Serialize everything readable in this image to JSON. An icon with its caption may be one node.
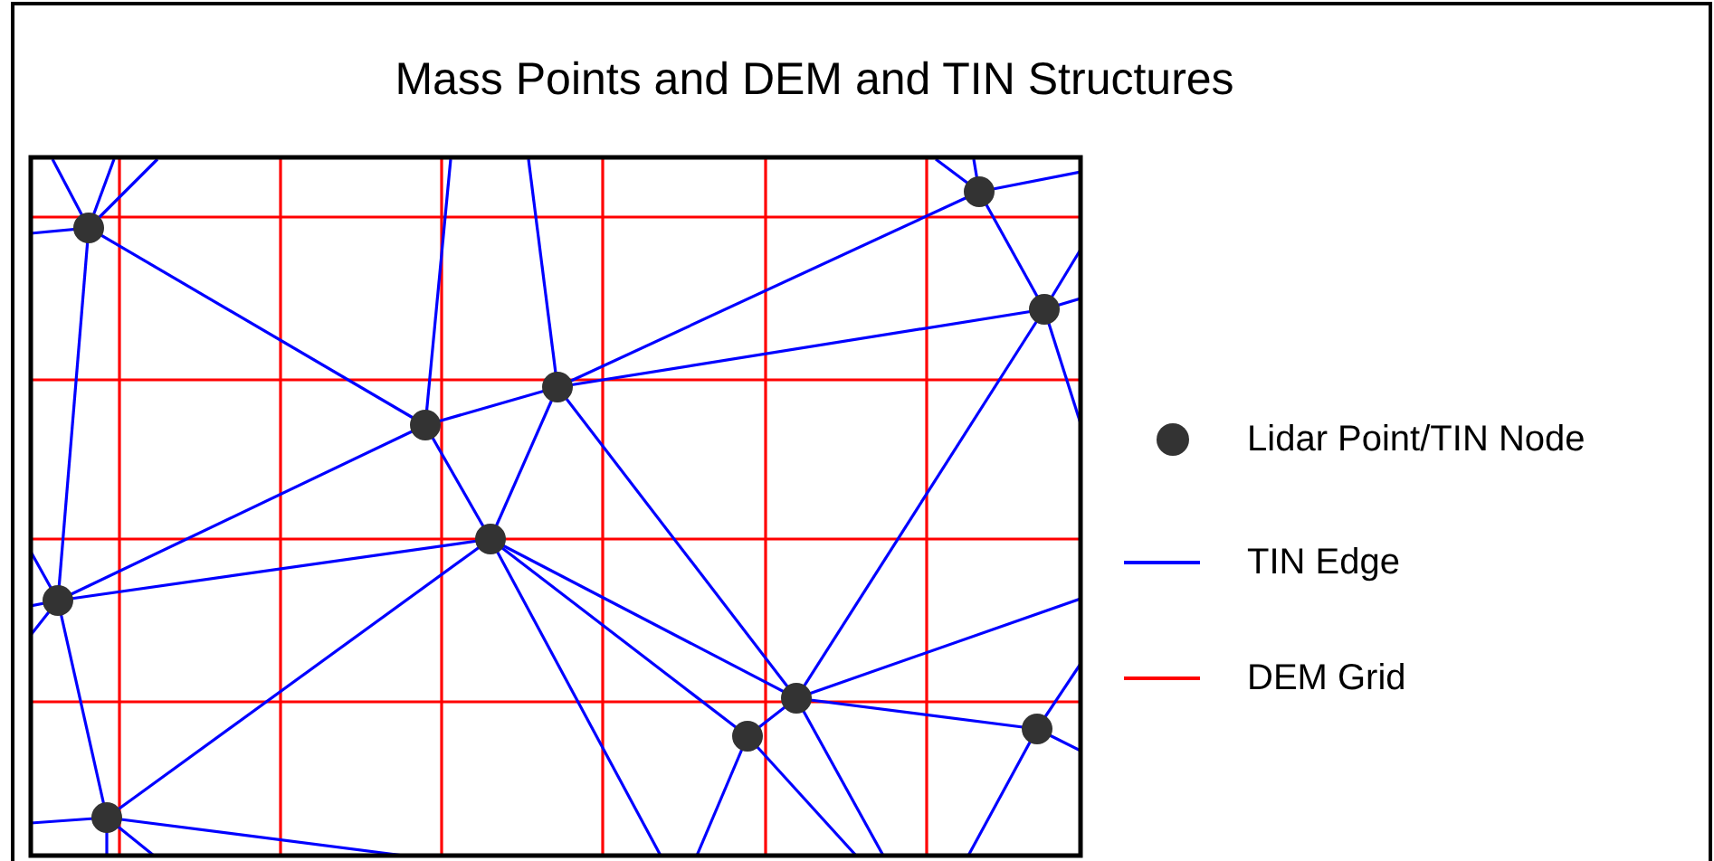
{
  "diagram": {
    "title": "Mass Points and DEM and TIN Structures",
    "legend": [
      {
        "text": "Lidar Point/TIN Node"
      },
      {
        "text": "TIN Edge"
      },
      {
        "text": "DEM Grid"
      }
    ]
  }
}
